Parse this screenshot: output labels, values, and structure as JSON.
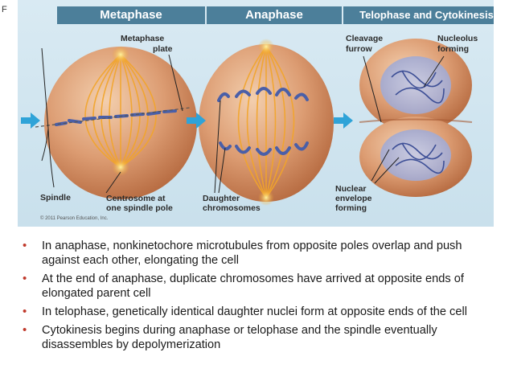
{
  "figure": {
    "stray_letter": "F",
    "headers": {
      "metaphase": "Metaphase",
      "anaphase": "Anaphase",
      "telophase": "Telophase and Cytokinesis"
    },
    "labels": {
      "metaphase_plate_1": "Metaphase",
      "metaphase_plate_2": "plate",
      "cleavage_furrow_1": "Cleavage",
      "cleavage_furrow_2": "furrow",
      "nucleolus_1": "Nucleolus",
      "nucleolus_2": "forming",
      "spindle": "Spindle",
      "centrosome_1": "Centrosome at",
      "centrosome_2": "one spindle pole",
      "daughter_1": "Daughter",
      "daughter_2": "chromosomes",
      "nuclear_1": "Nuclear",
      "nuclear_2": "envelope",
      "nuclear_3": "forming"
    },
    "copyright": "© 2011 Pearson Education, Inc.",
    "colors": {
      "cell": "#d99a70",
      "spindle": "#f2a52a",
      "chromosome": "#4a5fa8",
      "arrow": "#2fa3d8",
      "header": "#4c7f9a"
    }
  },
  "bullets": [
    "In anaphase, nonkinetochore microtubules from opposite poles overlap and push against each other, elongating the cell",
    "At the end of anaphase, duplicate chromosomes have arrived at opposite ends of elongated parent cell",
    "In telophase, genetically identical daughter nuclei form at opposite ends of the cell",
    "Cytokinesis begins during anaphase or telophase and the spindle eventually disassembles by depolymerization"
  ],
  "bullet_marker": "•"
}
